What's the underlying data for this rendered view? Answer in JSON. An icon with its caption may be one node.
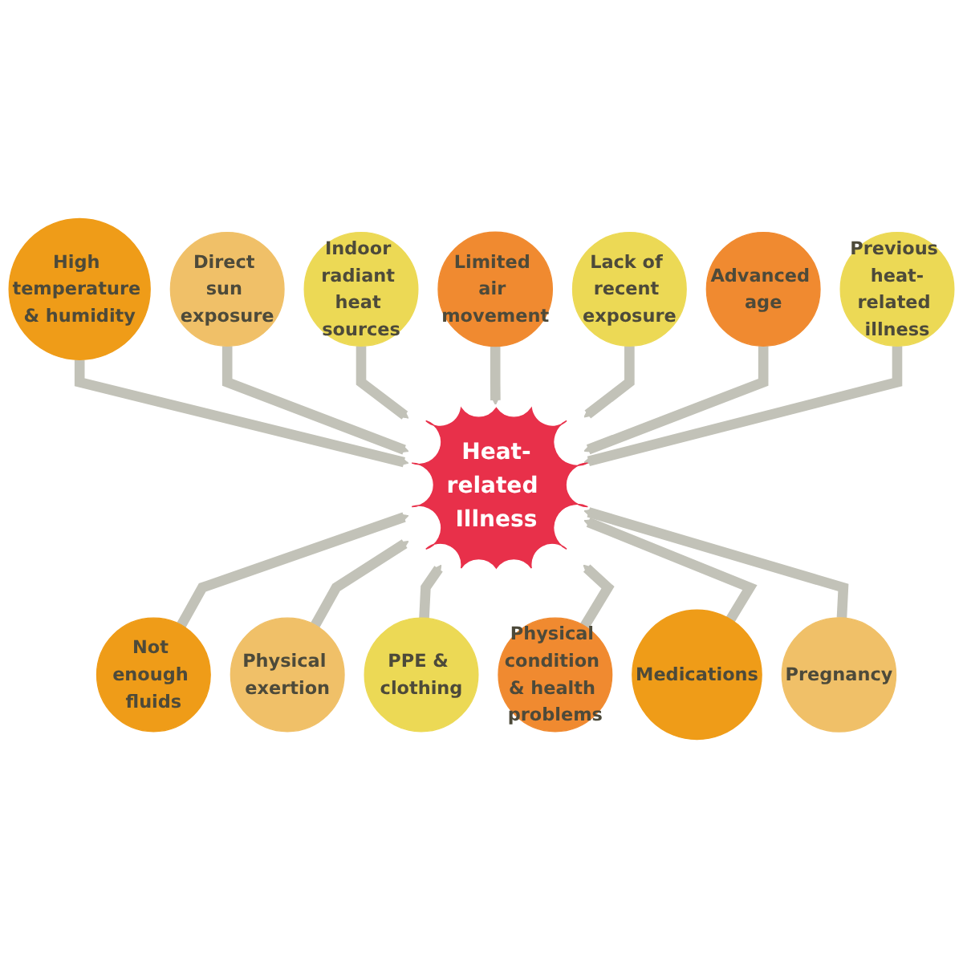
{
  "diagram": {
    "nodes": [
      {
        "text": [
          "Heat-related Illness"
        ]
      },
      {
        "text": [
          "High temperature & humidity"
        ]
      },
      {
        "text": [
          "Direct sun exposure"
        ]
      },
      {
        "text": [
          "Indoor radiant heat sources"
        ]
      },
      {
        "text": [
          "Limited air movement"
        ]
      },
      {
        "text": [
          "Not enough fluids"
        ]
      },
      {
        "text": [
          "Physical exertion"
        ]
      },
      {
        "text": [
          "PPE & clothing"
        ]
      },
      {
        "text": [
          "Physical condition & health problems"
        ]
      },
      {
        "text": [
          "Medications"
        ]
      },
      {
        "text": [
          "Pregnancy"
        ]
      },
      {
        "text": [
          "Lack of recent exposure"
        ]
      },
      {
        "text": [
          "Advanced age"
        ]
      },
      {
        "text": [
          "Previous heat-related illness"
        ]
      }
    ],
    "edges": [
      {
        "from": 1,
        "to": 0,
        "arrow": "to"
      },
      {
        "from": 2,
        "to": 0,
        "arrow": "to"
      },
      {
        "from": 3,
        "to": 0,
        "arrow": "to"
      },
      {
        "from": 4,
        "to": 0,
        "arrow": "to"
      },
      {
        "from": 5,
        "to": 0,
        "arrow": "to"
      },
      {
        "from": 6,
        "to": 0,
        "arrow": "to"
      },
      {
        "from": 7,
        "to": 0,
        "arrow": "to"
      },
      {
        "from": 8,
        "to": 0,
        "arrow": "to"
      },
      {
        "from": 9,
        "to": 0,
        "arrow": "to"
      },
      {
        "from": 10,
        "to": 0,
        "arrow": "to"
      },
      {
        "from": 11,
        "to": 0,
        "arrow": "to"
      },
      {
        "from": 12,
        "to": 0,
        "arrow": "to"
      },
      {
        "from": 13,
        "to": 0,
        "arrow": "to"
      }
    ]
  }
}
